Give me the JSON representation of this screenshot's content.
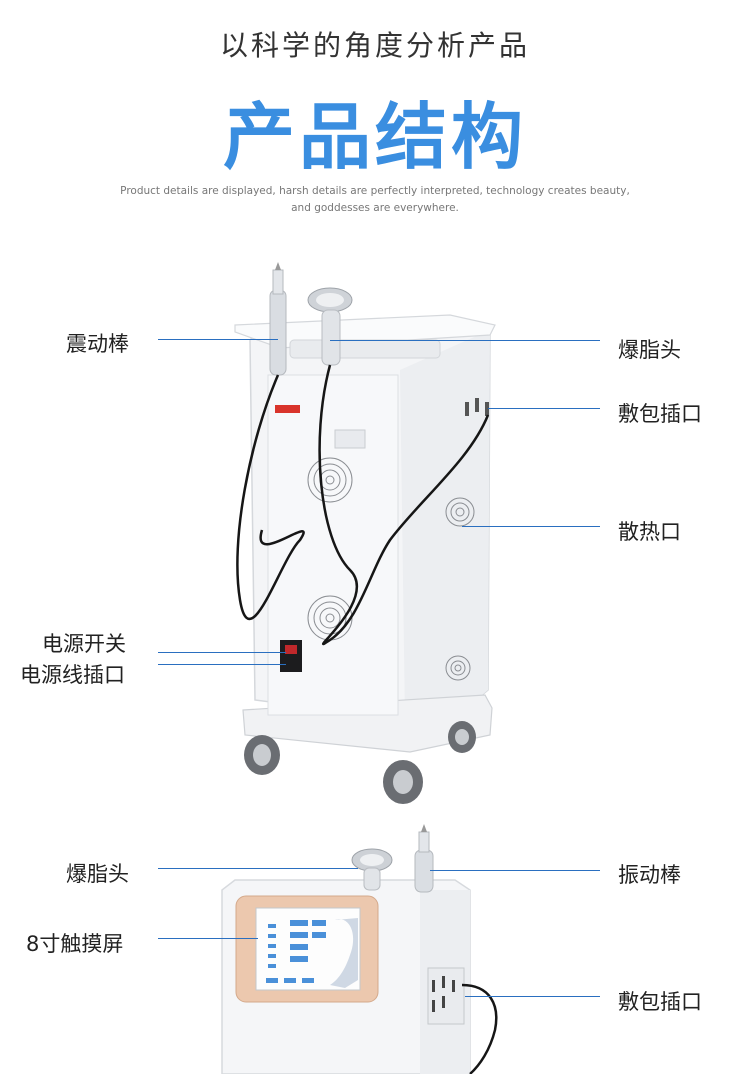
{
  "header": {
    "subtitle": "以科学的角度分析产品",
    "title": "产品结构",
    "description_line1": "Product details are displayed, harsh details are perfectly interpreted, technology creates beauty,",
    "description_line2": "and goddesses are everywhere."
  },
  "back_view": {
    "labels": {
      "vibration_rod": "震动棒",
      "fat_blasting_head": "爆脂头",
      "compress_port": "敷包插口",
      "heat_vent": "散热口",
      "power_switch": "电源开关",
      "power_cord_port": "电源线插口"
    }
  },
  "front_view": {
    "labels": {
      "fat_blasting_head": "爆脂头",
      "vibration_rod": "振动棒",
      "touch_screen": "8寸触摸屏",
      "compress_port": "敷包插口"
    }
  },
  "colors": {
    "title_blue": "#3a8ee0",
    "leader_line": "#2a6fc0",
    "device_body": "#f3f4f6",
    "screen_frame": "#e8c2a8"
  }
}
